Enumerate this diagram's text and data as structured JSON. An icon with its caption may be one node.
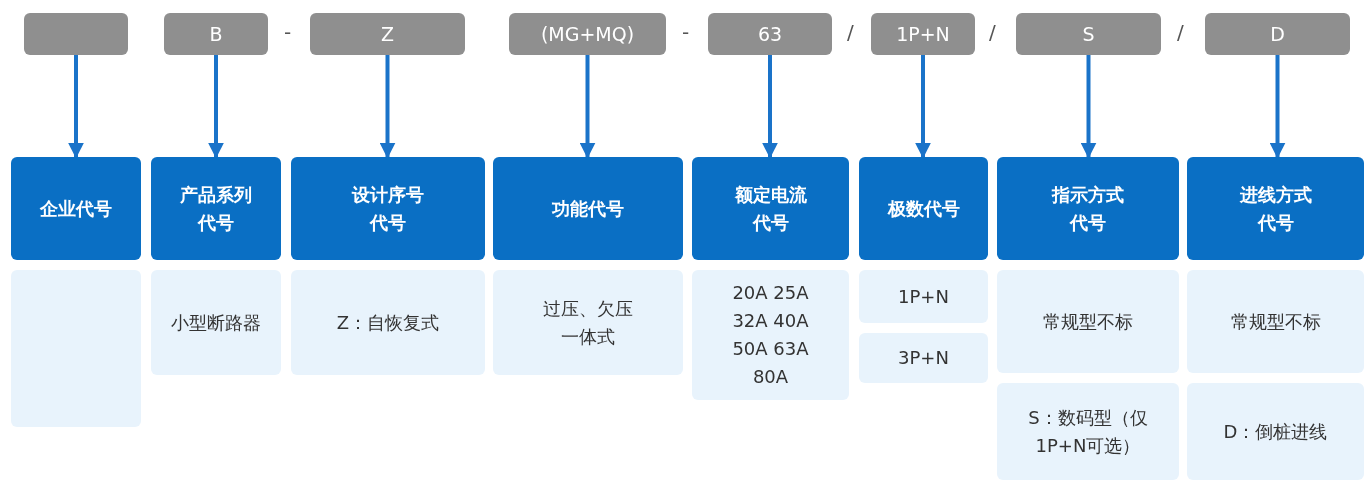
{
  "diagram": {
    "nodes": [
      {
        "text": [],
        "shape": "box"
      },
      {
        "text": [
          "B"
        ]
      },
      {
        "text": [
          "Z"
        ]
      },
      {
        "text": [
          "(MG+MQ)"
        ]
      },
      {
        "text": [
          "63"
        ]
      },
      {
        "text": [
          "1P+N"
        ]
      },
      {
        "text": [
          "S"
        ]
      },
      {
        "text": [
          "D"
        ]
      },
      {
        "text": [
          "企业代号"
        ]
      },
      {
        "text": [
          "产品系列代号"
        ]
      },
      {
        "text": [
          "设计序号代号"
        ]
      },
      {
        "text": [
          "功能代号"
        ]
      },
      {
        "text": [
          "额定电流代号"
        ]
      },
      {
        "text": [
          "极数代号"
        ]
      },
      {
        "text": [
          "指示方式代号"
        ]
      },
      {
        "text": [
          "进线方式代号"
        ]
      },
      {
        "text": [],
        "shape": "box"
      },
      {
        "text": [
          "小型断路器"
        ]
      },
      {
        "text": [
          "Z：自恢复式"
        ]
      },
      {
        "text": [
          "过压、欠压一体式"
        ]
      },
      {
        "text": [
          "20A 25A 32A 40A 50A 63A 80A"
        ]
      },
      {
        "text": [
          "1P+N"
        ]
      },
      {
        "text": [
          "3P+N"
        ]
      },
      {
        "text": [
          "常规型不标"
        ]
      },
      {
        "text": [
          "S：数码型（仅1P+N可选）"
        ]
      },
      {
        "text": [
          "常规型不标"
        ]
      },
      {
        "text": [
          "D：倒桩进线"
        ]
      }
    ],
    "edges": [
      {
        "from": 0,
        "to": 8,
        "arrow": "to"
      },
      {
        "from": 1,
        "to": 9,
        "arrow": "to"
      },
      {
        "from": 2,
        "to": 10,
        "arrow": "to"
      },
      {
        "from": 3,
        "to": 11,
        "arrow": "to"
      },
      {
        "from": 4,
        "to": 12,
        "arrow": "to"
      },
      {
        "from": 5,
        "to": 13,
        "arrow": "to"
      },
      {
        "from": 6,
        "to": 14,
        "arrow": "to"
      },
      {
        "from": 7,
        "to": 15,
        "arrow": "to"
      }
    ],
    "labels": [
      "-",
      "-",
      "/",
      "/",
      "/"
    ]
  }
}
